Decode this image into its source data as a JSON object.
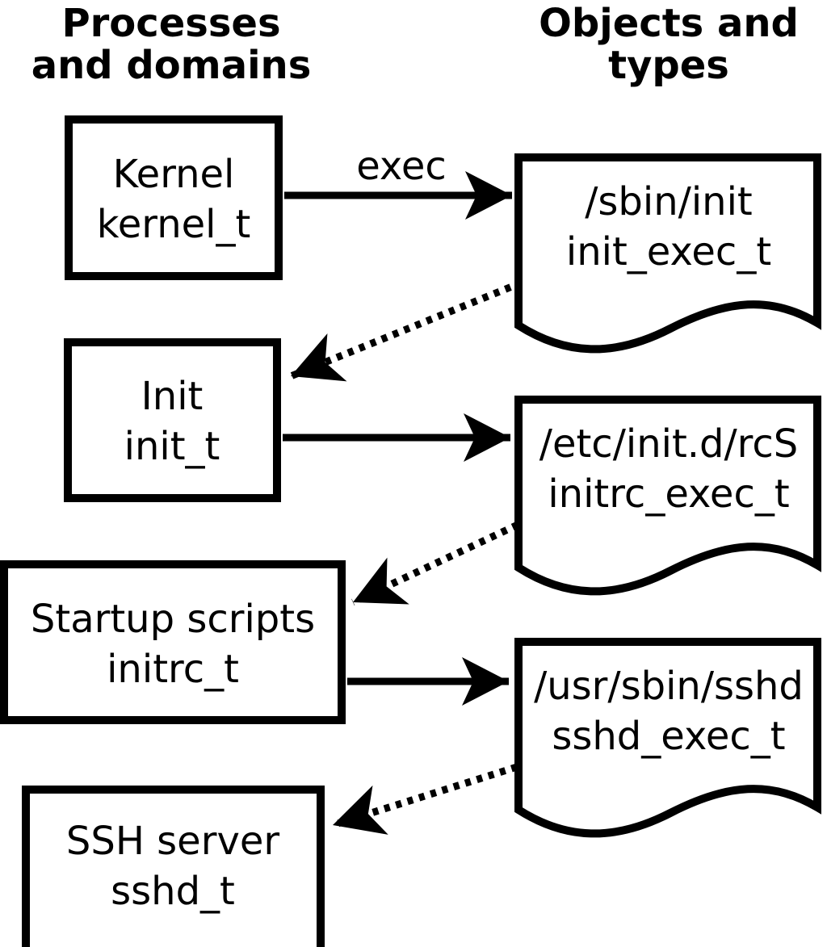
{
  "headers": {
    "left": {
      "line1": "Processes",
      "line2": "and domains"
    },
    "right": {
      "line1": "Objects and",
      "line2": "types"
    }
  },
  "diagram": {
    "process_nodes": [
      {
        "id": "kernel",
        "name": "Kernel",
        "type": "kernel_t"
      },
      {
        "id": "init",
        "name": "Init",
        "type": "init_t"
      },
      {
        "id": "initrc",
        "name": "Startup scripts",
        "type": "initrc_t"
      },
      {
        "id": "sshd",
        "name": "SSH server",
        "type": "sshd_t"
      }
    ],
    "object_nodes": [
      {
        "id": "init_exec",
        "path": "/sbin/init",
        "type": "init_exec_t"
      },
      {
        "id": "initrc_exec",
        "path": "/etc/init.d/rcS",
        "type": "initrc_exec_t"
      },
      {
        "id": "sshd_exec",
        "path": "/usr/sbin/sshd",
        "type": "sshd_exec_t"
      }
    ],
    "edges": [
      {
        "from": "kernel",
        "to": "init_exec",
        "style": "solid",
        "label": "exec"
      },
      {
        "from": "init_exec",
        "to": "init",
        "style": "dotted",
        "label": ""
      },
      {
        "from": "init",
        "to": "initrc_exec",
        "style": "solid",
        "label": ""
      },
      {
        "from": "initrc_exec",
        "to": "initrc",
        "style": "dotted",
        "label": ""
      },
      {
        "from": "initrc",
        "to": "sshd_exec",
        "style": "solid",
        "label": ""
      },
      {
        "from": "sshd_exec",
        "to": "sshd",
        "style": "dotted",
        "label": ""
      }
    ]
  },
  "colors": {
    "line": "#000000",
    "text": "#000000",
    "background": "#ffffff"
  }
}
